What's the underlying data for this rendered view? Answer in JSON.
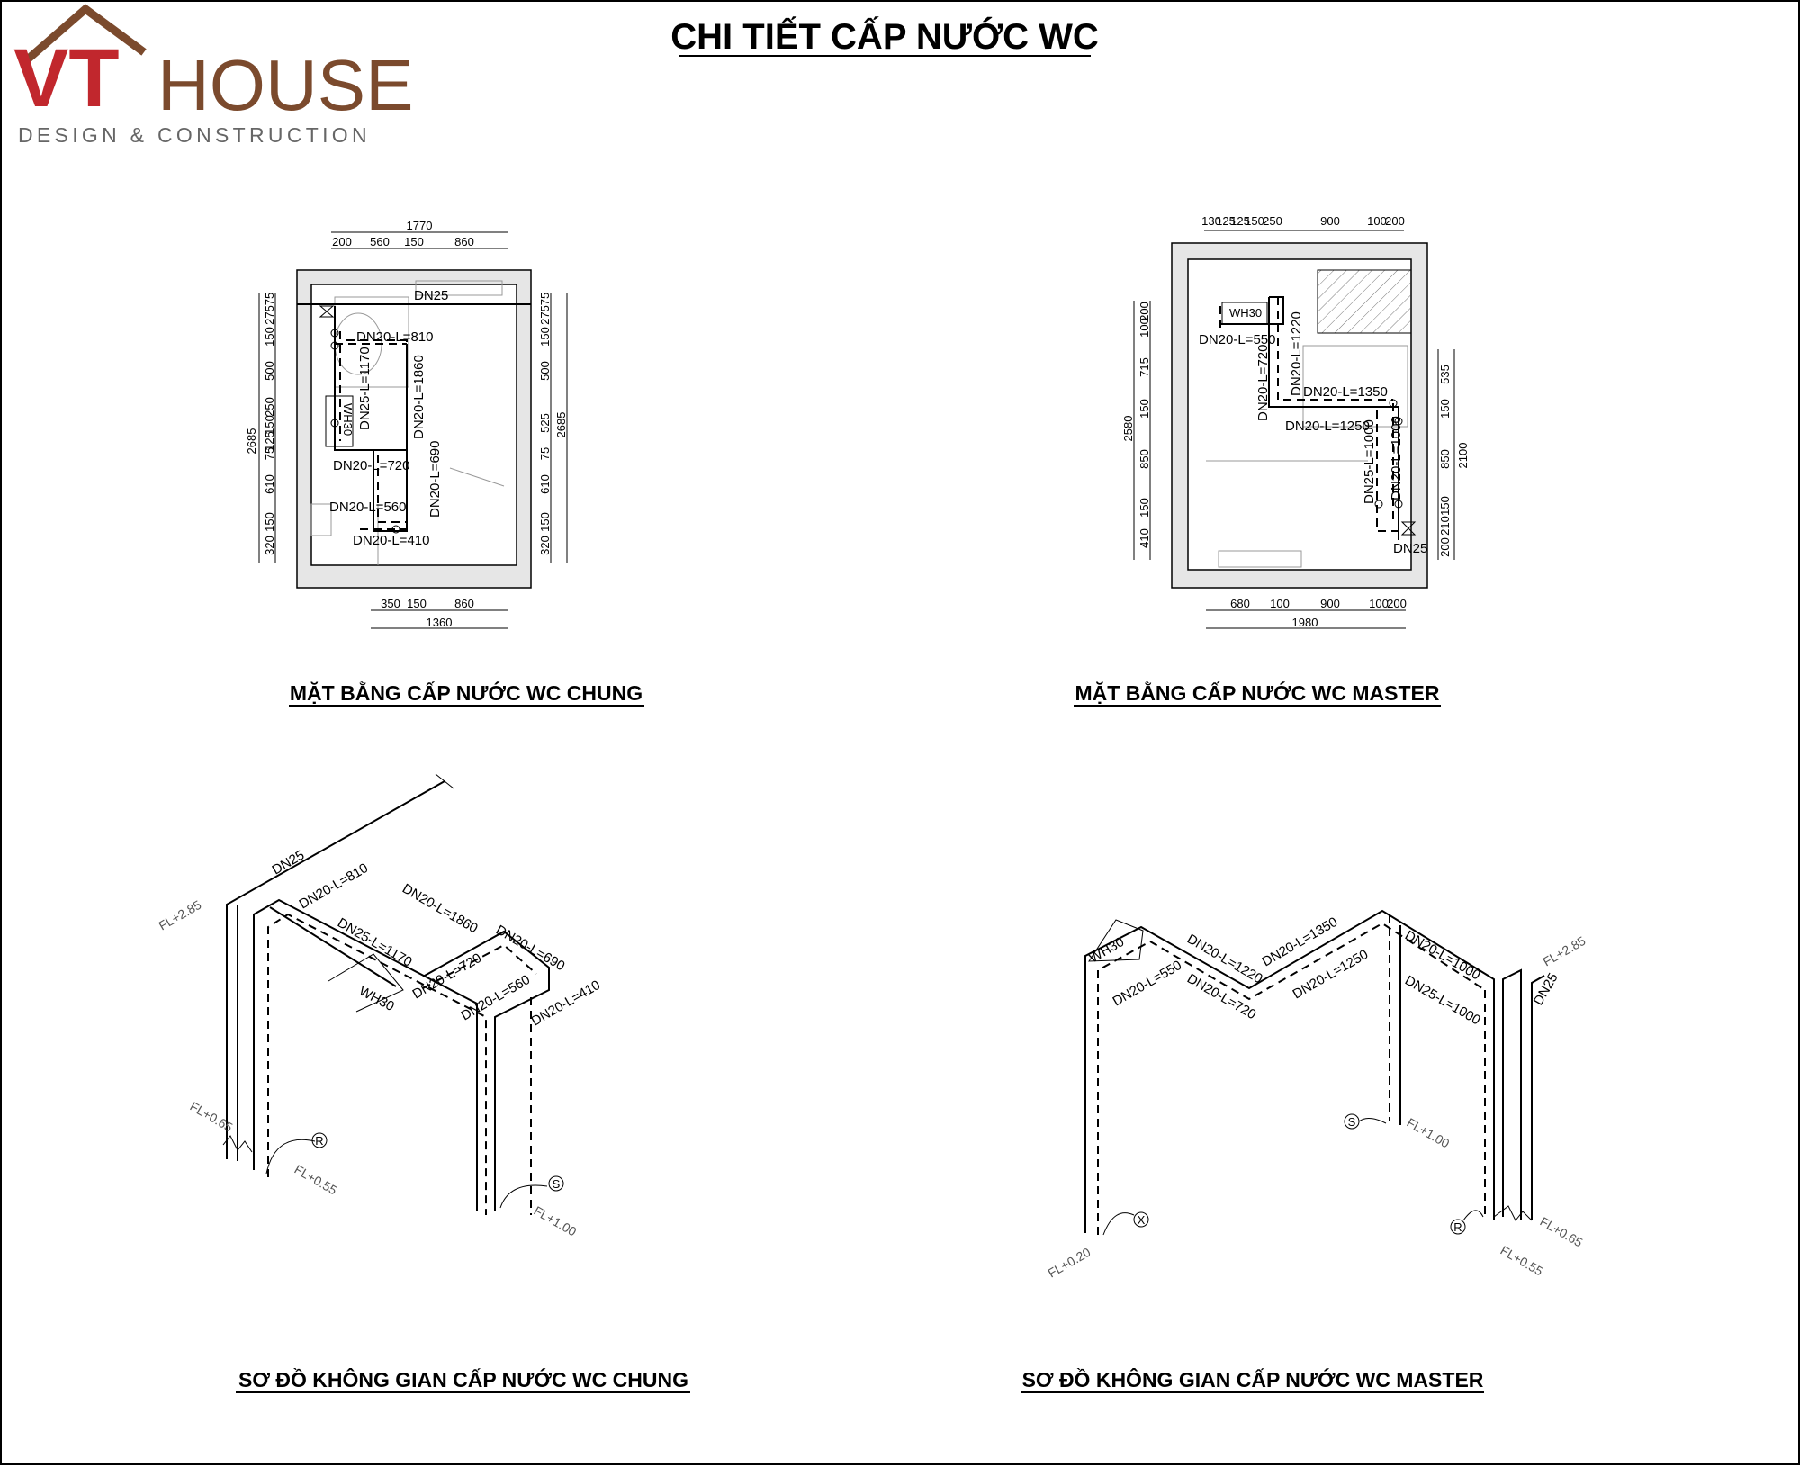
{
  "logo": {
    "mark": "VT",
    "name": "HOUSE",
    "tagline": "DESIGN & CONSTRUCTION",
    "colors": {
      "mark": "#c1272d",
      "name": "#7b4a2d",
      "tagline": "#666666"
    }
  },
  "title": "CHI TIẾT CẤP NƯỚC WC",
  "captions": {
    "plan_chung": "MẶT BẰNG CẤP NƯỚC WC CHUNG",
    "plan_master": "MẶT BẰNG CẤP NƯỚC WC MASTER",
    "iso_chung": "SƠ ĐỒ KHÔNG GIAN CẤP NƯỚC WC CHUNG",
    "iso_master": "SƠ ĐỒ KHÔNG GIAN CẤP NƯỚC WC MASTER"
  },
  "plan_chung": {
    "top_total": "1770",
    "top_dims": [
      "200",
      "560",
      "150",
      "860"
    ],
    "bottom_total": "1360",
    "bottom_dims": [
      "350",
      "150",
      "860"
    ],
    "left_total": "2685",
    "left_dims": [
      "75",
      "275",
      "150",
      "500",
      "250",
      "150",
      "125",
      "75",
      "610",
      "150",
      "320"
    ],
    "right_total": "2685",
    "right_dims": [
      "75",
      "275",
      "150",
      "500",
      "525",
      "75",
      "610",
      "150",
      "320"
    ],
    "pipes": [
      "DN25",
      "DN20-L=810",
      "DN25-L=1170",
      "DN20-L=1860",
      "DN20-L=720",
      "DN20-L=690",
      "DN20-L=560",
      "DN20-L=410"
    ],
    "heater": "WH30"
  },
  "plan_master": {
    "top_dims": [
      "130",
      "125",
      "125",
      "150",
      "250",
      "900",
      "100",
      "200"
    ],
    "bottom_total": "1980",
    "bottom_dims": [
      "680",
      "100",
      "900",
      "100",
      "200"
    ],
    "left_total": "2580",
    "left_dims": [
      "200",
      "100",
      "715",
      "150",
      "850",
      "150",
      "410"
    ],
    "right_total": "2100",
    "right_dims": [
      "535",
      "150",
      "850",
      "150",
      "210",
      "200"
    ],
    "pipes": [
      "DN20-L=550",
      "DN20-L=1220",
      "DN20-L=720",
      "DN20-L=1350",
      "DN20-L=1250",
      "DN25-L=1000",
      "DN20-L=1000",
      "DN25"
    ],
    "heater": "WH30"
  },
  "iso_chung": {
    "pipes": [
      "DN25",
      "DN20-L=810",
      "DN20-L=1860",
      "DN25-L=1170",
      "DN20-L=720",
      "DN20-L=690",
      "DN20-L=560",
      "DN20-L=410"
    ],
    "heater": "WH30",
    "levels": [
      "FL+2.85",
      "FL+0.65",
      "FL+0.55",
      "FL+1.00"
    ],
    "markers": [
      "R",
      "S"
    ]
  },
  "iso_master": {
    "pipes": [
      "DN20-L=1220",
      "DN20-L=1350",
      "DN20-L=1000",
      "DN20-L=550",
      "DN20-L=720",
      "DN20-L=1250",
      "DN25-L=1000",
      "DN25"
    ],
    "heater": "WH30",
    "levels": [
      "FL+2.85",
      "FL+1.00",
      "FL+0.20",
      "FL+0.65",
      "FL+0.55"
    ],
    "markers": [
      "S",
      "X",
      "R"
    ]
  }
}
